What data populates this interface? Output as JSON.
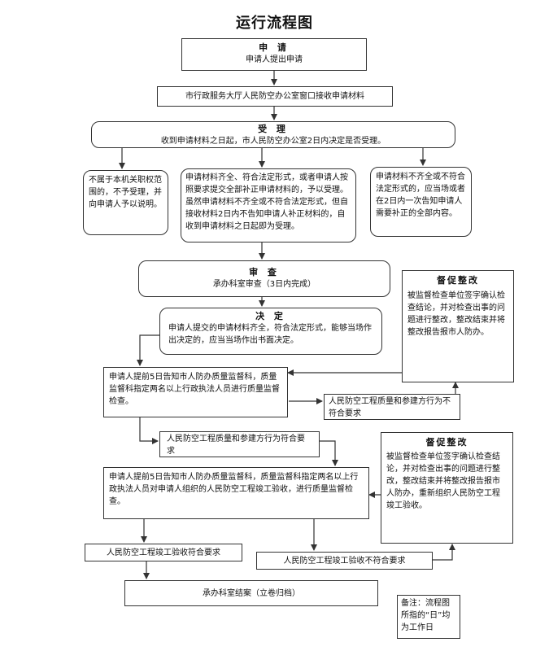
{
  "title": "运行流程图",
  "apply": {
    "heading": "申  请",
    "text": "申请人提出申请"
  },
  "receive": {
    "text": "市行政服务大厅人民防空办公室窗口接收申请材料"
  },
  "accept": {
    "heading": "受  理",
    "text": "收到申请材料之日起，市人民防空办公室2日内决定是否受理。"
  },
  "reject": {
    "text": "不属于本机关职权范围的，不予受理，并向申请人予以说明。"
  },
  "accepted": {
    "text": "申请材料齐全、符合法定形式，或者申请人按照要求提交全部补正申请材料的，予以受理。虽然申请材料不齐全或不符合法定形式，但自接收材料2日内不告知申请人补正材料的，自收到申请材料之日起即为受理。"
  },
  "supplement": {
    "text": "申请材料不齐全或不符合法定形式的，应当场或者在2日内一次告知申请人需要补正的全部内容。"
  },
  "review": {
    "heading": "审  查",
    "text": "承办科室审查（3日内完成）"
  },
  "decide": {
    "heading": "决  定",
    "text": "申请人提交的申请材料齐全，符合法定形式，能够当场作出决定的，应当当场作出书面决定。"
  },
  "supervise1": {
    "heading": "督促整改",
    "text": "被监督检查单位签字确认检查结论，并对检查出事的问题进行整改，整改结束并将整改报告报市人防办。"
  },
  "inspect1": {
    "text": "申请人提前5日告知市人防办质量监督科，质量监督科指定两名以上行政执法人员进行质量监督检查。"
  },
  "fail1": {
    "text": "人民防空工程质量和参建方行为不符合要求"
  },
  "pass1": {
    "text": "人民防空工程质量和参建方行为符合要求"
  },
  "supervise2": {
    "heading": "督促整改",
    "text": "被监督检查单位签字确认检查结论，并对检查出事的问题进行整改，整改结束并将整改报告报市人防办，重新组织人民防空工程竣工验收。"
  },
  "inspect2": {
    "text": "申请人提前5日告知市人防办质量监督科，质量监督科指定两名以上行政执法人员对申请人组织的人民防空工程竣工验收，进行质量监督检查。"
  },
  "pass2": {
    "text": "人民防空工程竣工验收符合要求"
  },
  "fail2": {
    "text": "人民防空工程竣工验收不符合要求"
  },
  "close": {
    "text": "承办科室结案（立卷归档）"
  },
  "note": {
    "text": "备注：流程图所指的“日”均为工作日"
  }
}
